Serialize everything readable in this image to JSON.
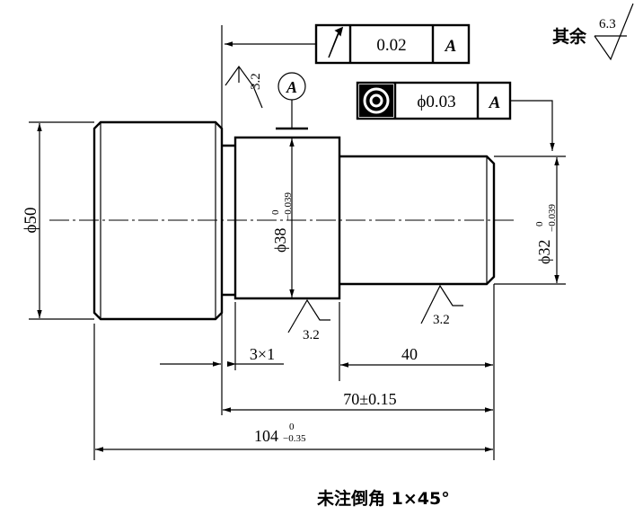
{
  "general_roughness": {
    "label": "其余",
    "value": "6.3"
  },
  "tolerance_runout": {
    "value": "0.02",
    "datum": "A"
  },
  "tolerance_coaxiality": {
    "value": "ϕ0.03",
    "datum": "A"
  },
  "datum_label": "A",
  "roughness": {
    "shoulder": "3.2",
    "middle": "3.2",
    "right": "3.2"
  },
  "dims": {
    "dia50": "ϕ50",
    "dia38": "ϕ38",
    "dia38_upper": "0",
    "dia38_lower": "−0.039",
    "dia32": "ϕ32",
    "dia32_upper": "0",
    "dia32_lower": "−0.039",
    "groove": "3×1",
    "len40": "40",
    "len70": "70±0.15",
    "len104": "104",
    "len104_upper": "0",
    "len104_lower": "−0.35"
  },
  "note": "未注倒角 1×45°"
}
